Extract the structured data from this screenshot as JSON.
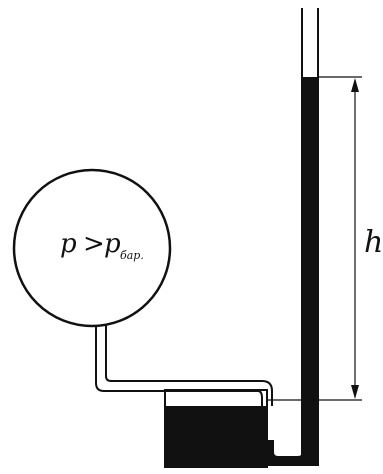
{
  "labels": {
    "pressure_symbol": "p",
    "relation": ">",
    "atm_symbol": "p",
    "atm_subscript": "бар.",
    "height_symbol": "h"
  },
  "colors": {
    "stroke": "#111111",
    "liquid": "#111111",
    "background": "#ffffff"
  }
}
